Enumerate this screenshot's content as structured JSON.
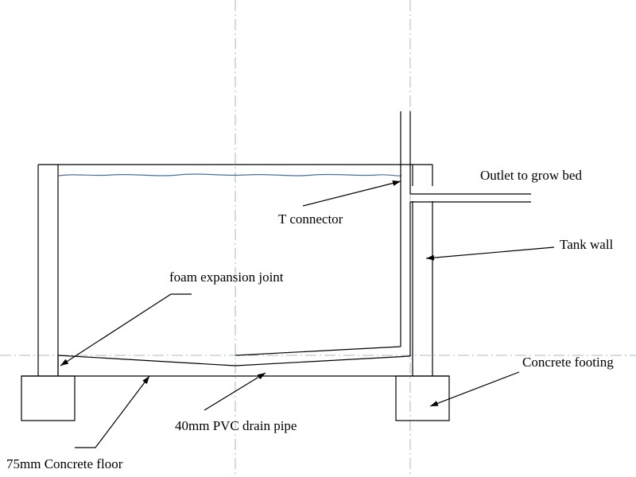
{
  "labels": {
    "outlet": "Outlet to grow bed",
    "t_connector": "T connector",
    "tank_wall": "Tank wall",
    "foam_joint": "foam expansion joint",
    "concrete_footing": "Concrete footing",
    "drain_pipe": "40mm PVC drain pipe",
    "concrete_floor": "75mm Concrete floor"
  },
  "colors": {
    "line": "#000000",
    "guide": "#a9b9c6",
    "water": "#4a6fa5"
  }
}
